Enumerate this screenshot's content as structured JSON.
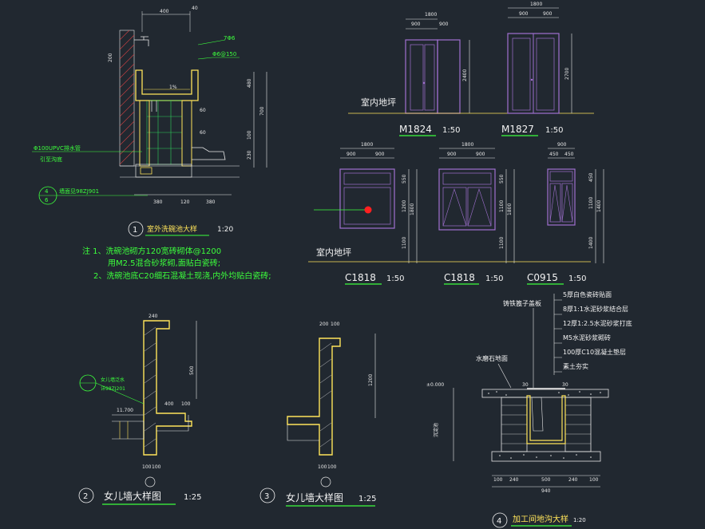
{
  "drawings": {
    "sink_detail": {
      "number": "1",
      "title": "室外洗碗池大样",
      "scale": "1:20",
      "top_dim": "400",
      "notes": {
        "rebar1": "7Φ6",
        "rebar2": "Φ6@150",
        "slope": "1%",
        "pipe": "Φ100UPVC排水管",
        "pipe_to": "引至沟底",
        "ref_index_top": "4",
        "ref_index_bottom": "6",
        "ref_code": "墙面见98ZJ901"
      },
      "dims": {
        "left_vert": "200",
        "inner_60": "60",
        "inner_60b": "60",
        "bottom_a": "380",
        "bottom_b": "120",
        "bottom_c": "380",
        "right_a": "480",
        "right_b": "100",
        "right_total": "700",
        "right_c": "230"
      }
    },
    "notes_block": {
      "line1": "注 1、洗碗池砌方120宽砖砌体@1200",
      "line2": "用M2.5混合砂浆砌,面贴白瓷砖;",
      "line3": "2、洗碗池底C20细石混凝土现浇,内外均贴白瓷砖;"
    },
    "doors": [
      {
        "code": "M1824",
        "scale": "1:50",
        "total": "1800",
        "parts": [
          "900",
          "900"
        ],
        "height": "2400"
      },
      {
        "code": "M1827",
        "scale": "1:50",
        "total": "1800",
        "parts": [
          "900",
          "900"
        ],
        "height": "2700"
      }
    ],
    "door_floor_label": "室内地坪",
    "windows": [
      {
        "code": "C1818",
        "scale": "1:50",
        "total": "1800",
        "parts": [
          "900",
          "900"
        ],
        "right_dims": [
          "550",
          "1200",
          "1800"
        ],
        "bottom_dim": "1100"
      },
      {
        "code": "C1818",
        "scale": "1:50",
        "total": "1800",
        "parts": [
          "900",
          "900"
        ],
        "right_dims": [
          "550",
          "1100",
          "1800"
        ],
        "bottom_dim": "1100"
      },
      {
        "code": "C0915",
        "scale": "1:50",
        "total": "900",
        "parts": [
          "450",
          "450"
        ],
        "right_dims": [
          "450",
          "1100",
          "1400"
        ],
        "bottom_dim": "1400"
      }
    ],
    "window_floor_label": "室内地坪",
    "parapet_a": {
      "number": "2",
      "title": "女儿墙大样图",
      "scale": "1:25",
      "callout_line1": "女儿墙泛水",
      "callout_line2": "详98ZJ201",
      "elevation": "11.700",
      "dims": {
        "a": "400",
        "b": "100",
        "c": "100",
        "d": "100",
        "top": "240"
      }
    },
    "parapet_b": {
      "number": "3",
      "title": "女儿墙大样图",
      "scale": "1:25",
      "top_dims": [
        "200",
        "100"
      ],
      "height_dim": "1200",
      "bottom_dims": [
        "100",
        "100"
      ]
    },
    "trench": {
      "number": "4",
      "title": "加工间地沟大样",
      "scale": "1:20",
      "cover_label": "铸铁篦子盖板",
      "edge_label": "水磨石地面",
      "layers": [
        "5厚白色瓷砖贴面",
        "8厚1:1水泥砂浆结合层",
        "12厚1:2.5水泥砂浆打底",
        "M5水泥砂浆砌砖",
        "100厚C10混凝土垫层",
        "素土夯实"
      ],
      "elevation": "±0.000",
      "side_label": "沉淀池",
      "bottom_dims": [
        "100",
        "240",
        "500",
        "240",
        "100"
      ],
      "bottom_total": "940",
      "top_dims": [
        "30",
        "30"
      ]
    }
  },
  "colors": {
    "background": "#212830",
    "outline_yellow": "#ffe45a",
    "dim_white": "#e8e8e8",
    "label_green": "#3cff3c",
    "frame_purple": "#a070d0",
    "hatch_green": "#2fd05a",
    "marker_red": "#ff2020"
  }
}
